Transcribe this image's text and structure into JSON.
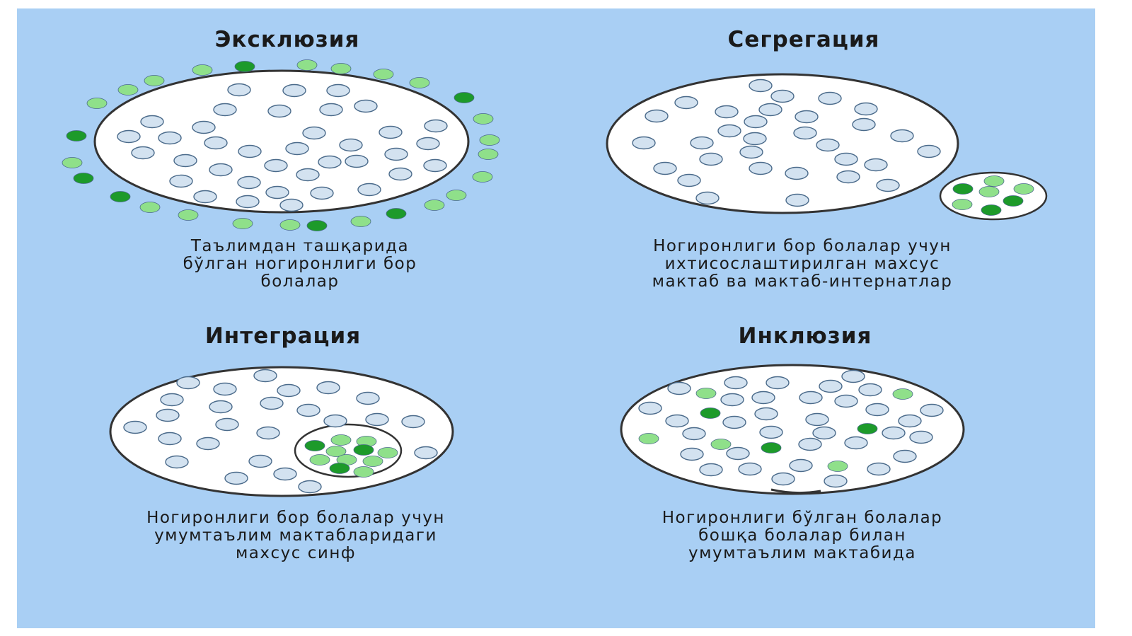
{
  "colors": {
    "background": "#a9cff4",
    "circle_fill": "#ffffff",
    "outline": "#333333",
    "child_typical": "#d3e2f0",
    "child_disabled_light": "#8fe08a",
    "child_disabled_dark": "#1d9a2a"
  },
  "quadrants": [
    {
      "id": "exclusion",
      "title": "Эксклюзия",
      "caption_lines": [
        "Таълимдан ташқарида",
        "бўлган ногиронлиги бор",
        "болалар"
      ]
    },
    {
      "id": "segregation",
      "title": "Сегрегация",
      "caption_lines": [
        "Ногиронлиги бор болалар учун",
        "ихтисослаштирилган махсус",
        "мактаб ва мактаб-интернатлар"
      ]
    },
    {
      "id": "integration",
      "title": "Интеграция",
      "caption_lines": [
        "Ногиронлиги бор болалар учун",
        "умумтаълим мактабларидаги",
        "махсус синф"
      ]
    },
    {
      "id": "inclusion",
      "title": "Инклюзия",
      "caption_lines": [
        "Ногиронлиги бўлган болалар",
        "бошқа болалар билан",
        "умумтаълим мактабида"
      ]
    }
  ]
}
